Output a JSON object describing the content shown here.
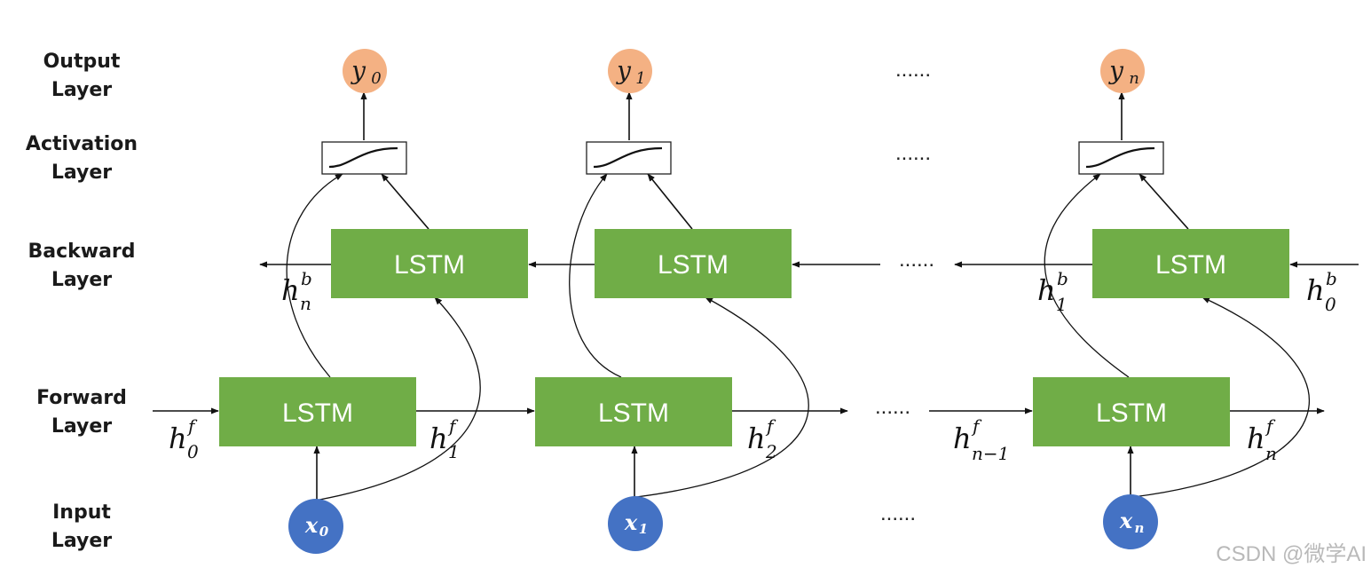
{
  "layers": {
    "output": [
      "Output",
      "Layer"
    ],
    "activation": [
      "Activation",
      "Layer"
    ],
    "backward": [
      "Backward",
      "Layer"
    ],
    "forward": [
      "Forward",
      "Layer"
    ],
    "input": [
      "Input",
      "Layer"
    ]
  },
  "lstm_label": "LSTM",
  "ellipsis": "......",
  "outputs": [
    {
      "base": "y",
      "sub": "0"
    },
    {
      "base": "y",
      "sub": "1"
    },
    {
      "base": "y",
      "sub": "n"
    }
  ],
  "inputs": [
    {
      "base": "x",
      "sub": "0"
    },
    {
      "base": "x",
      "sub": "1"
    },
    {
      "base": "x",
      "sub": "n"
    }
  ],
  "forward_states": [
    {
      "base": "h",
      "sup": "f",
      "sub": "0"
    },
    {
      "base": "h",
      "sup": "f",
      "sub": "1"
    },
    {
      "base": "h",
      "sup": "f",
      "sub": "2"
    },
    {
      "base": "h",
      "sup": "f",
      "sub": "n−1"
    },
    {
      "base": "h",
      "sup": "f",
      "sub": "n"
    }
  ],
  "backward_states": [
    {
      "base": "h",
      "sup": "b",
      "sub": "n"
    },
    {
      "base": "h",
      "sup": "b",
      "sub": "1"
    },
    {
      "base": "h",
      "sup": "b",
      "sub": "0"
    }
  ],
  "watermark": "CSDN @微学AI",
  "colors": {
    "lstm_fill": "#70ad47",
    "output_node": "#f4b183",
    "input_node": "#4472c4"
  }
}
